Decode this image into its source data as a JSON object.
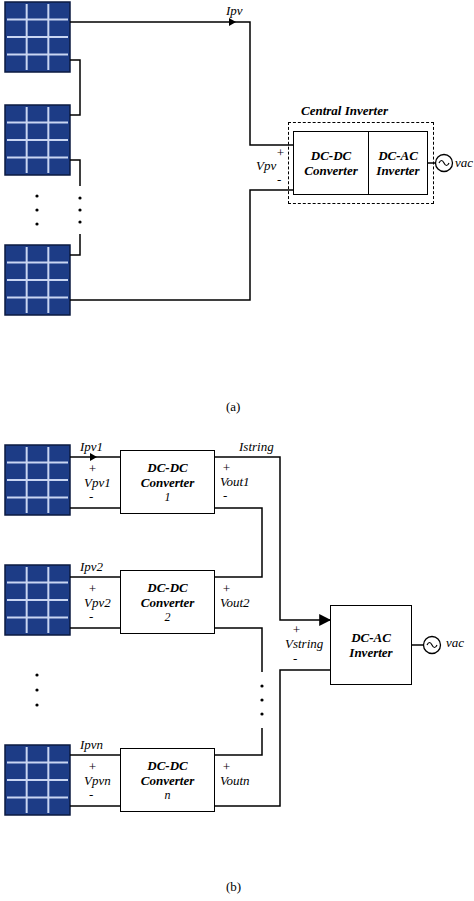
{
  "diagram": {
    "nodes": [
      {
        "text": [
          "Central Inverter"
        ]
      },
      {
        "text": [
          "DC-DC Converter"
        ],
        "in": 0
      },
      {
        "text": [
          "DC-AC Inverter"
        ],
        "in": 0
      },
      {
        "text": [
          "DC-DC Converter",
          "1"
        ]
      },
      {
        "text": [
          "DC-DC Converter",
          "2"
        ]
      },
      {
        "text": [
          "DC-DC Converter",
          "n"
        ]
      },
      {
        "text": [
          "DC-AC Inverter"
        ]
      }
    ],
    "edges": [
      {
        "from": 3,
        "to": 6,
        "arrow": "to",
        "label": "Istring"
      },
      {
        "from": 3,
        "to": 4,
        "arrow": "none"
      },
      {
        "from": 4,
        "to": 5,
        "arrow": "none"
      },
      {
        "from": 5,
        "to": 6,
        "arrow": "none"
      }
    ],
    "labels": [
      "Ipv",
      "+",
      "Vpv",
      "-",
      "vac",
      "(a)",
      "Ipv1",
      "+",
      "Vpv1",
      "-",
      "+",
      "Vout1",
      "-",
      "Ipv2",
      "+",
      "Vpv2",
      "-",
      "+",
      "Vout2",
      "Ipvn",
      "+",
      "Vpvn",
      "-",
      "+",
      "Voutn",
      "+",
      "Vstring",
      "-",
      "vac",
      "(b)"
    ]
  }
}
